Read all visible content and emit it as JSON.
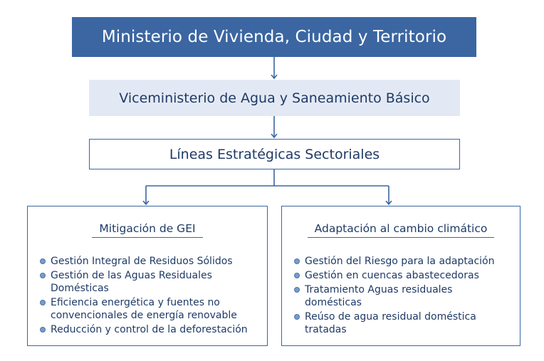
{
  "ministry": {
    "label": "Ministerio de Vivienda, Ciudad y Territorio"
  },
  "viceministry": {
    "label": "Viceministerio de Agua y Saneamiento Básico"
  },
  "strategic_lines": {
    "label": "Líneas Estratégicas Sectoriales"
  },
  "mitigation": {
    "title": "Mitigación de GEI",
    "items": [
      "Gestión Integral de Residuos Sólidos",
      "Gestión de las Aguas Residuales",
      "Domésticas",
      "Eficiencia energética y fuentes no",
      "convencionales de energía renovable",
      "Reducción y control de la deforestación"
    ]
  },
  "adaptation": {
    "title": "Adaptación al cambio climático",
    "items": [
      "Gestión del Riesgo para la adaptación",
      "Gestión en cuencas abastecedoras",
      "Tratamiento Aguas residuales",
      "domésticas",
      "Reúso de agua residual doméstica",
      "tratadas"
    ]
  },
  "colors": {
    "primary": "#3b66a1",
    "light_fill": "#e3e9f4",
    "text": "#1f3a66"
  }
}
